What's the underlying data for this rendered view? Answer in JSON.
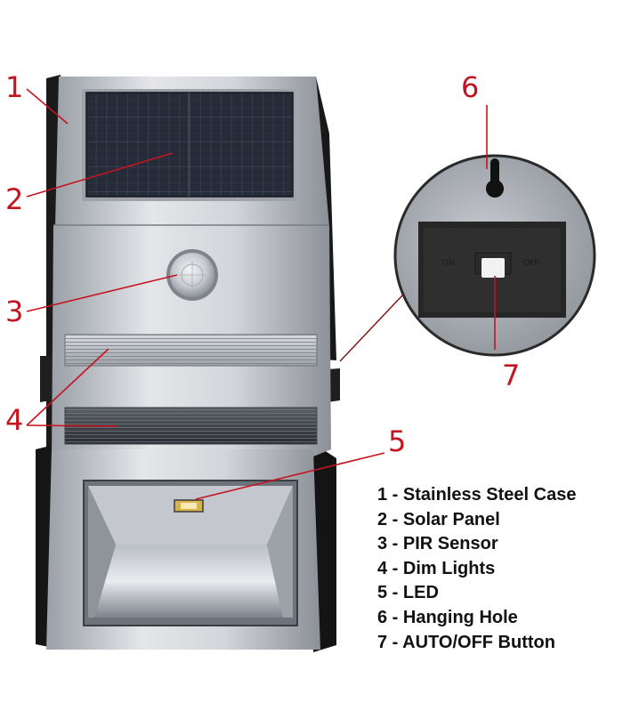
{
  "colors": {
    "callout": "#c4141f",
    "legend_text": "#111111",
    "steel_light": "#e6e7e9",
    "steel_dark": "#8e9298",
    "solar_cell": "#2a2f3d",
    "housing_black": "#151515"
  },
  "callouts": [
    "1",
    "2",
    "3",
    "4",
    "5",
    "6",
    "7"
  ],
  "legend": [
    "1 - Stainless Steel Case",
    "2 - Solar Panel",
    "3 - PIR Sensor",
    "4 - Dim Lights",
    "5 - LED",
    "6 - Hanging Hole",
    "7 - AUTO/OFF Button"
  ],
  "switch_labels": {
    "on": "ON",
    "off": "OFF"
  }
}
